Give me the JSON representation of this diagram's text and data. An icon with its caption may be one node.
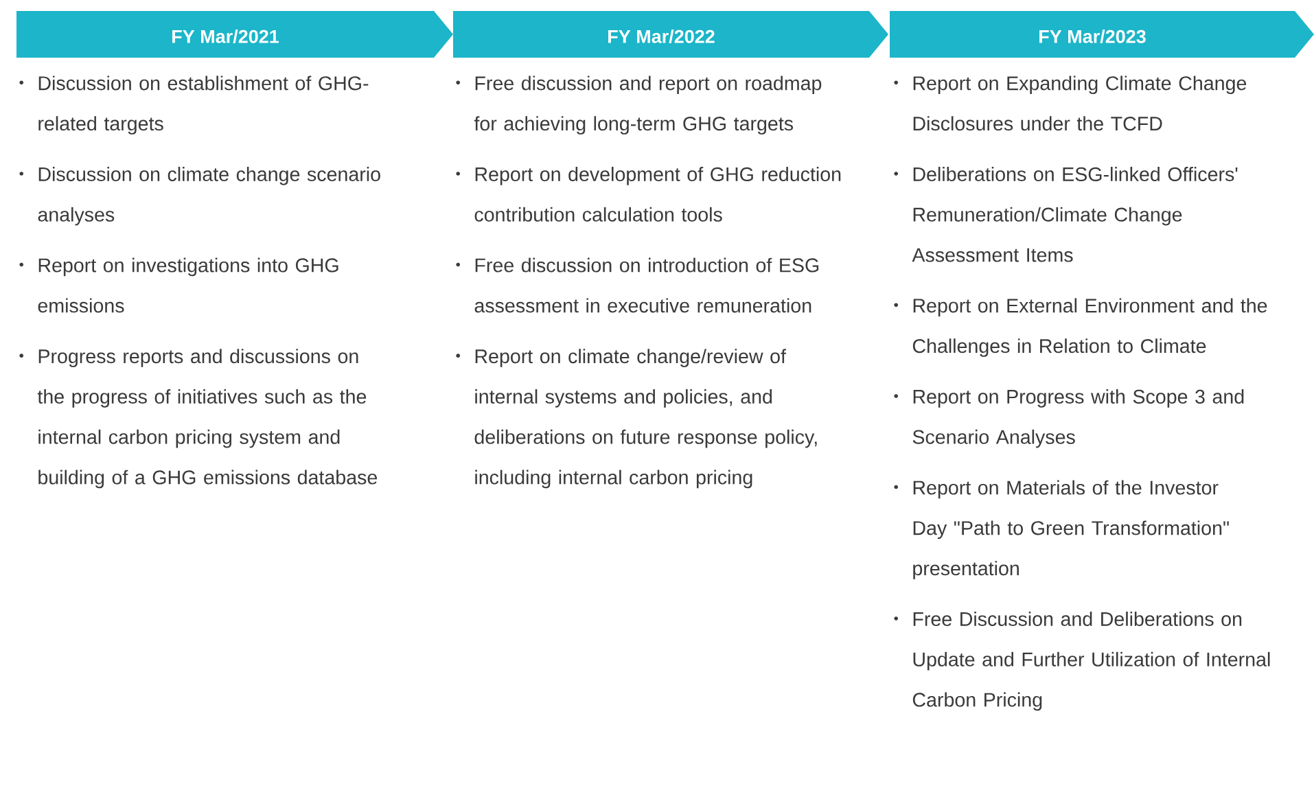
{
  "diagram": {
    "nodes": [
      {
        "text": [
          "FY Mar/2021"
        ],
        "beside": [
          "Discussion on establishment of GHG-related targets",
          "Discussion on climate change scenario analyses",
          "Report on investigations into GHG emissions",
          "Progress reports and discussions on the progress of initiatives such as the internal carbon pricing system and building of a GHG emissions database"
        ]
      },
      {
        "text": [
          "FY Mar/2022"
        ],
        "beside": [
          "Free discussion and report on roadmap for achieving long-term GHG targets",
          "Report on development of GHG reduction contribution calculation tools",
          "Free discussion on introduction of ESG assessment in executive remuneration",
          "Report on climate change/review of internal systems and policies, and deliberations on future response policy, including internal carbon pricing"
        ]
      },
      {
        "text": [
          "FY Mar/2023"
        ],
        "beside": [
          "Report on Expanding Climate Change Disclosures under the TCFD",
          "Deliberations on ESG-linked Officers' Remuneration/Climate Change Assessment Items",
          "Report on External Environment and the Challenges in Relation to Climate",
          "Report on Progress with Scope 3 and Scenario Analyses",
          "Report on Materials of the Investor Day \"Path to Green Transformation\" presentation",
          "Free Discussion and Deliberations on Update and Further Utilization of Internal Carbon Pricing"
        ]
      }
    ]
  }
}
